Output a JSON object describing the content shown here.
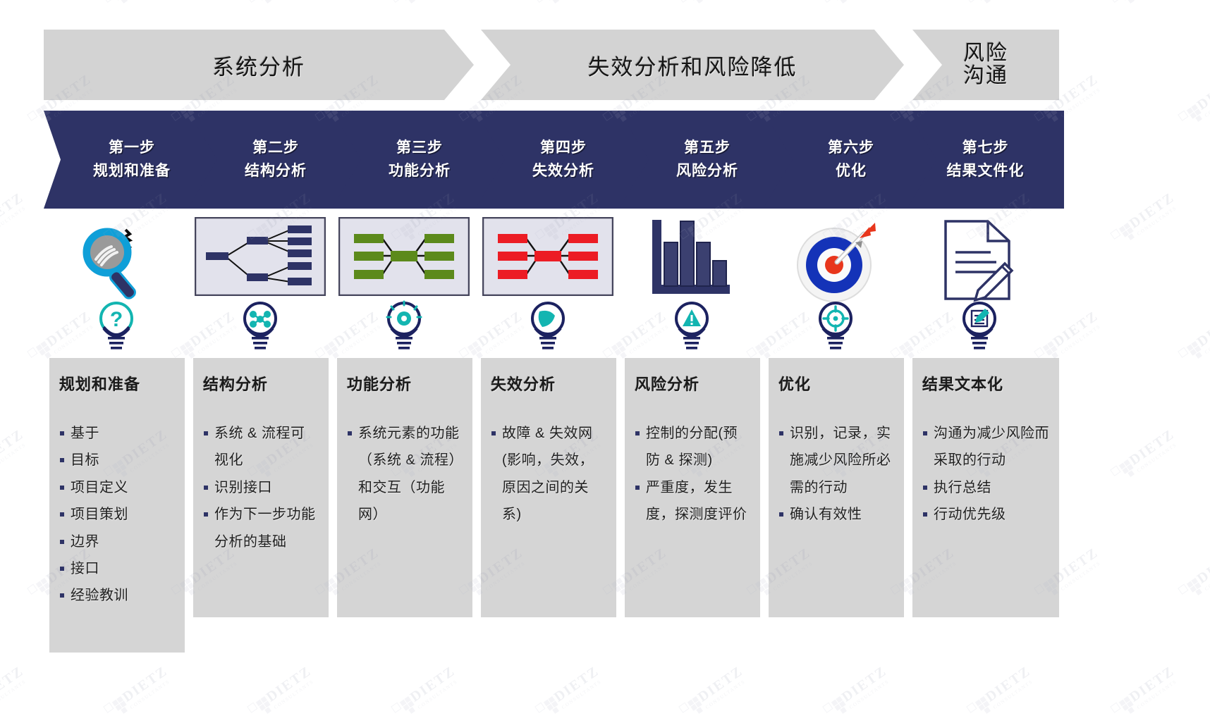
{
  "phases": [
    {
      "label": "系统分析",
      "name": "phase-system-analysis"
    },
    {
      "label": "失效分析和风险降低",
      "name": "phase-failure-analysis-risk-reduction"
    },
    {
      "label_line1": "风险",
      "label_line2": "沟通",
      "name": "phase-risk-communication"
    }
  ],
  "steps": [
    {
      "num": "第一步",
      "name": "规划和准备"
    },
    {
      "num": "第二步",
      "name": "结构分析"
    },
    {
      "num": "第三步",
      "name": "功能分析"
    },
    {
      "num": "第四步",
      "name": "失效分析"
    },
    {
      "num": "第五步",
      "name": "风险分析"
    },
    {
      "num": "第六步",
      "name": "优化"
    },
    {
      "num": "第七步",
      "name": "结果文件化"
    }
  ],
  "illustrations": [
    {
      "icon": "magnifier-icon"
    },
    {
      "icon": "structure-tree-diagram-icon"
    },
    {
      "icon": "function-net-green-diagram-icon"
    },
    {
      "icon": "failure-net-red-diagram-icon"
    },
    {
      "icon": "bar-chart-icon"
    },
    {
      "icon": "target-dartboard-icon"
    },
    {
      "icon": "document-pencil-icon"
    }
  ],
  "bulbs": [
    {
      "icon": "bulb-question-icon"
    },
    {
      "icon": "bulb-network-icon"
    },
    {
      "icon": "bulb-gear-icon"
    },
    {
      "icon": "bulb-globe-icon"
    },
    {
      "icon": "bulb-warning-icon"
    },
    {
      "icon": "bulb-target-icon"
    },
    {
      "icon": "bulb-document-icon"
    }
  ],
  "cards": [
    {
      "title": "规划和准备",
      "items": [
        "基于",
        "目标",
        "项目定义",
        "项目策划",
        "边界",
        "接口",
        "经验教训"
      ]
    },
    {
      "title": "结构分析",
      "items": [
        "系统 & 流程可视化",
        "识别接口",
        "作为下一步功能分析的基础"
      ]
    },
    {
      "title": "功能分析",
      "items": [
        "系统元素的功能（系统 & 流程）和交互（功能网）"
      ]
    },
    {
      "title": "失效分析",
      "items": [
        "故障 & 失效网(影响，失效，原因之间的关系)"
      ]
    },
    {
      "title": "风险分析",
      "items": [
        "控制的分配(预防 & 探测)",
        "严重度，发生度，探测度评价"
      ]
    },
    {
      "title": "优化",
      "items": [
        "识别，记录，实施减少风险所必需的行动",
        "确认有效性"
      ]
    },
    {
      "title": "结果文本化",
      "items": [
        "沟通为减少风险而采取的行动",
        "执行总结",
        "行动优先级"
      ]
    }
  ],
  "watermark": {
    "text": "DIETZ",
    "subtext": "CONSULTANTS"
  },
  "colors": {
    "step_blue": "#2e3366",
    "phase_grey": "#d3d3d3",
    "card_grey": "#d5d5d5",
    "accent_teal": "#13b5b1",
    "accent_green": "#5c8a1b",
    "accent_red": "#ec1c24"
  }
}
